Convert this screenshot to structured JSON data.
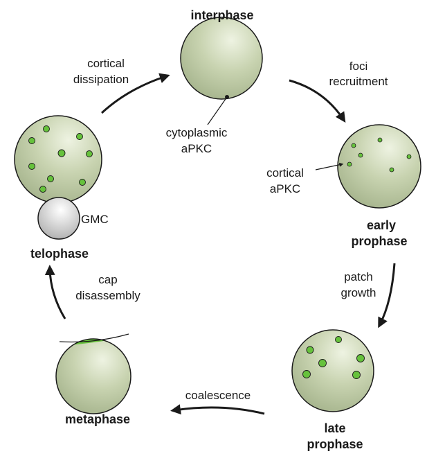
{
  "phases": {
    "interphase": "interphase",
    "early_prophase": [
      "early",
      "prophase"
    ],
    "late_prophase": [
      "late",
      "prophase"
    ],
    "metaphase": "metaphase",
    "telophase": "telophase"
  },
  "transitions": {
    "foci_recruitment": [
      "foci",
      "recruitment"
    ],
    "patch_growth": [
      "patch",
      "growth"
    ],
    "coalescence": [
      "coalescence"
    ],
    "cap_disassembly": [
      "cap",
      "disassembly"
    ],
    "cortical_dissipation": [
      "cortical",
      "dissipation"
    ]
  },
  "annotations": {
    "cytoplasmic_apkc": [
      "cytoplasmic",
      "aPKC"
    ],
    "cortical_apkc": [
      "cortical",
      "aPKC"
    ],
    "gmc": "GMC"
  },
  "colors": {
    "cell_fill": "#c4d0ac",
    "cell_outline": "#1a1a1a",
    "apkc_green": "#66c23c",
    "gmc_fill": "#d6d6d6",
    "arrow": "#1a1a1a"
  }
}
